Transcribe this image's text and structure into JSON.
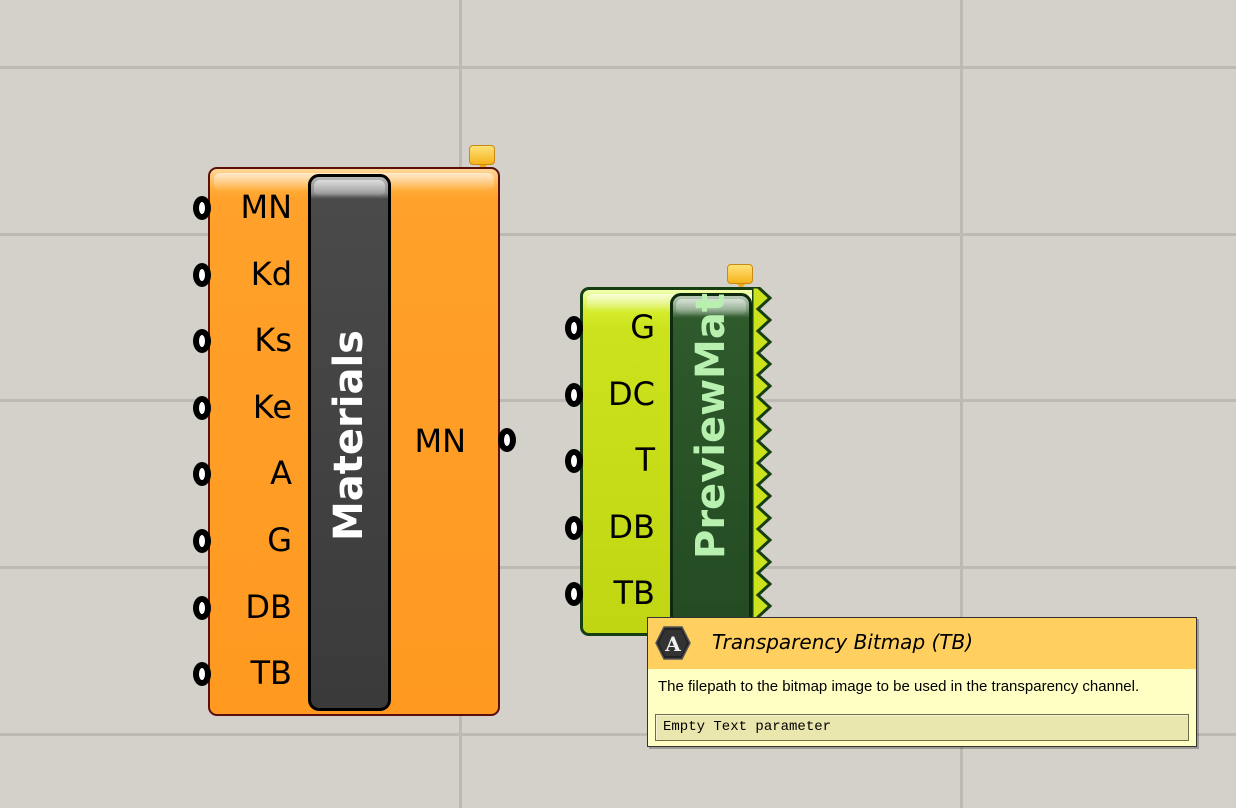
{
  "canvas": {
    "background": "#d4d0ca",
    "grid_color": "#bdbab4"
  },
  "materials_component": {
    "name": "Materials",
    "inputs": [
      "MN",
      "Kd",
      "Ks",
      "Ke",
      "A",
      "G",
      "DB",
      "TB"
    ],
    "outputs": [
      "MN"
    ],
    "colors": {
      "body": "#ff9920",
      "border": "#5a0f0a",
      "name_bar": "#3a3a3a",
      "name_text": "#ffffff"
    },
    "has_message_bubble": true
  },
  "previewmat_component": {
    "name": "PreviewMat",
    "inputs": [
      "G",
      "DC",
      "T",
      "DB",
      "TB"
    ],
    "outputs": [],
    "colors": {
      "body": "#cbe21c",
      "border": "#173d12",
      "name_bar": "#244a22",
      "name_text": "#b8f0b0"
    },
    "has_message_bubble": true
  },
  "tooltip": {
    "icon": "text-parameter-icon",
    "icon_letter": "A",
    "title": "Transparency Bitmap (TB)",
    "description": "The filepath to the bitmap image to be used in the transparency channel.",
    "value": "Empty Text parameter",
    "colors": {
      "header": "#ffd060",
      "body": "#ffffc4",
      "value_box": "#e9e7ae"
    }
  }
}
